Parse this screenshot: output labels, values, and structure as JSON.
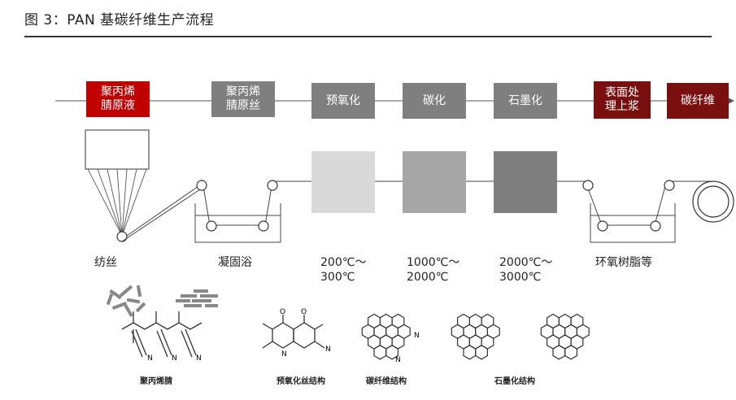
{
  "title": "图 3：PAN 基碳纤维生产流程",
  "stages": [
    {
      "label": "聚丙烯\n腈原液",
      "style": "red"
    },
    {
      "label": "聚丙烯\n腈原丝",
      "style": "gray"
    },
    {
      "label": "预氧化",
      "style": "gray"
    },
    {
      "label": "碳化",
      "style": "gray"
    },
    {
      "label": "石墨化",
      "style": "gray"
    },
    {
      "label": "表面处\n理上浆",
      "style": "dred"
    },
    {
      "label": "碳纤维",
      "style": "dred"
    }
  ],
  "process_labels": [
    "纺丝",
    "凝固浴",
    "200℃～\n300℃",
    "1000℃～\n2000℃",
    "2000℃～\n3000℃",
    "环氧树脂等"
  ],
  "chem_labels": {
    "n1": "N",
    "n2": "N",
    "n3": "N",
    "o1": "O",
    "o2": "O",
    "n4": "N",
    "n5": "N",
    "n6": "N",
    "n7": "N"
  },
  "structure_captions": [
    "聚丙烯腈",
    "预氧化丝结构",
    "碳纤维结构",
    "石墨化结构"
  ],
  "colors": {
    "red": "#c00000",
    "dark_red": "#7a0f0f",
    "gray": "#7f7f7f",
    "oxidation_zone": "#d9d9d9",
    "carbonization_zone": "#a6a6a6",
    "graphitization_zone": "#7f7f7f"
  }
}
